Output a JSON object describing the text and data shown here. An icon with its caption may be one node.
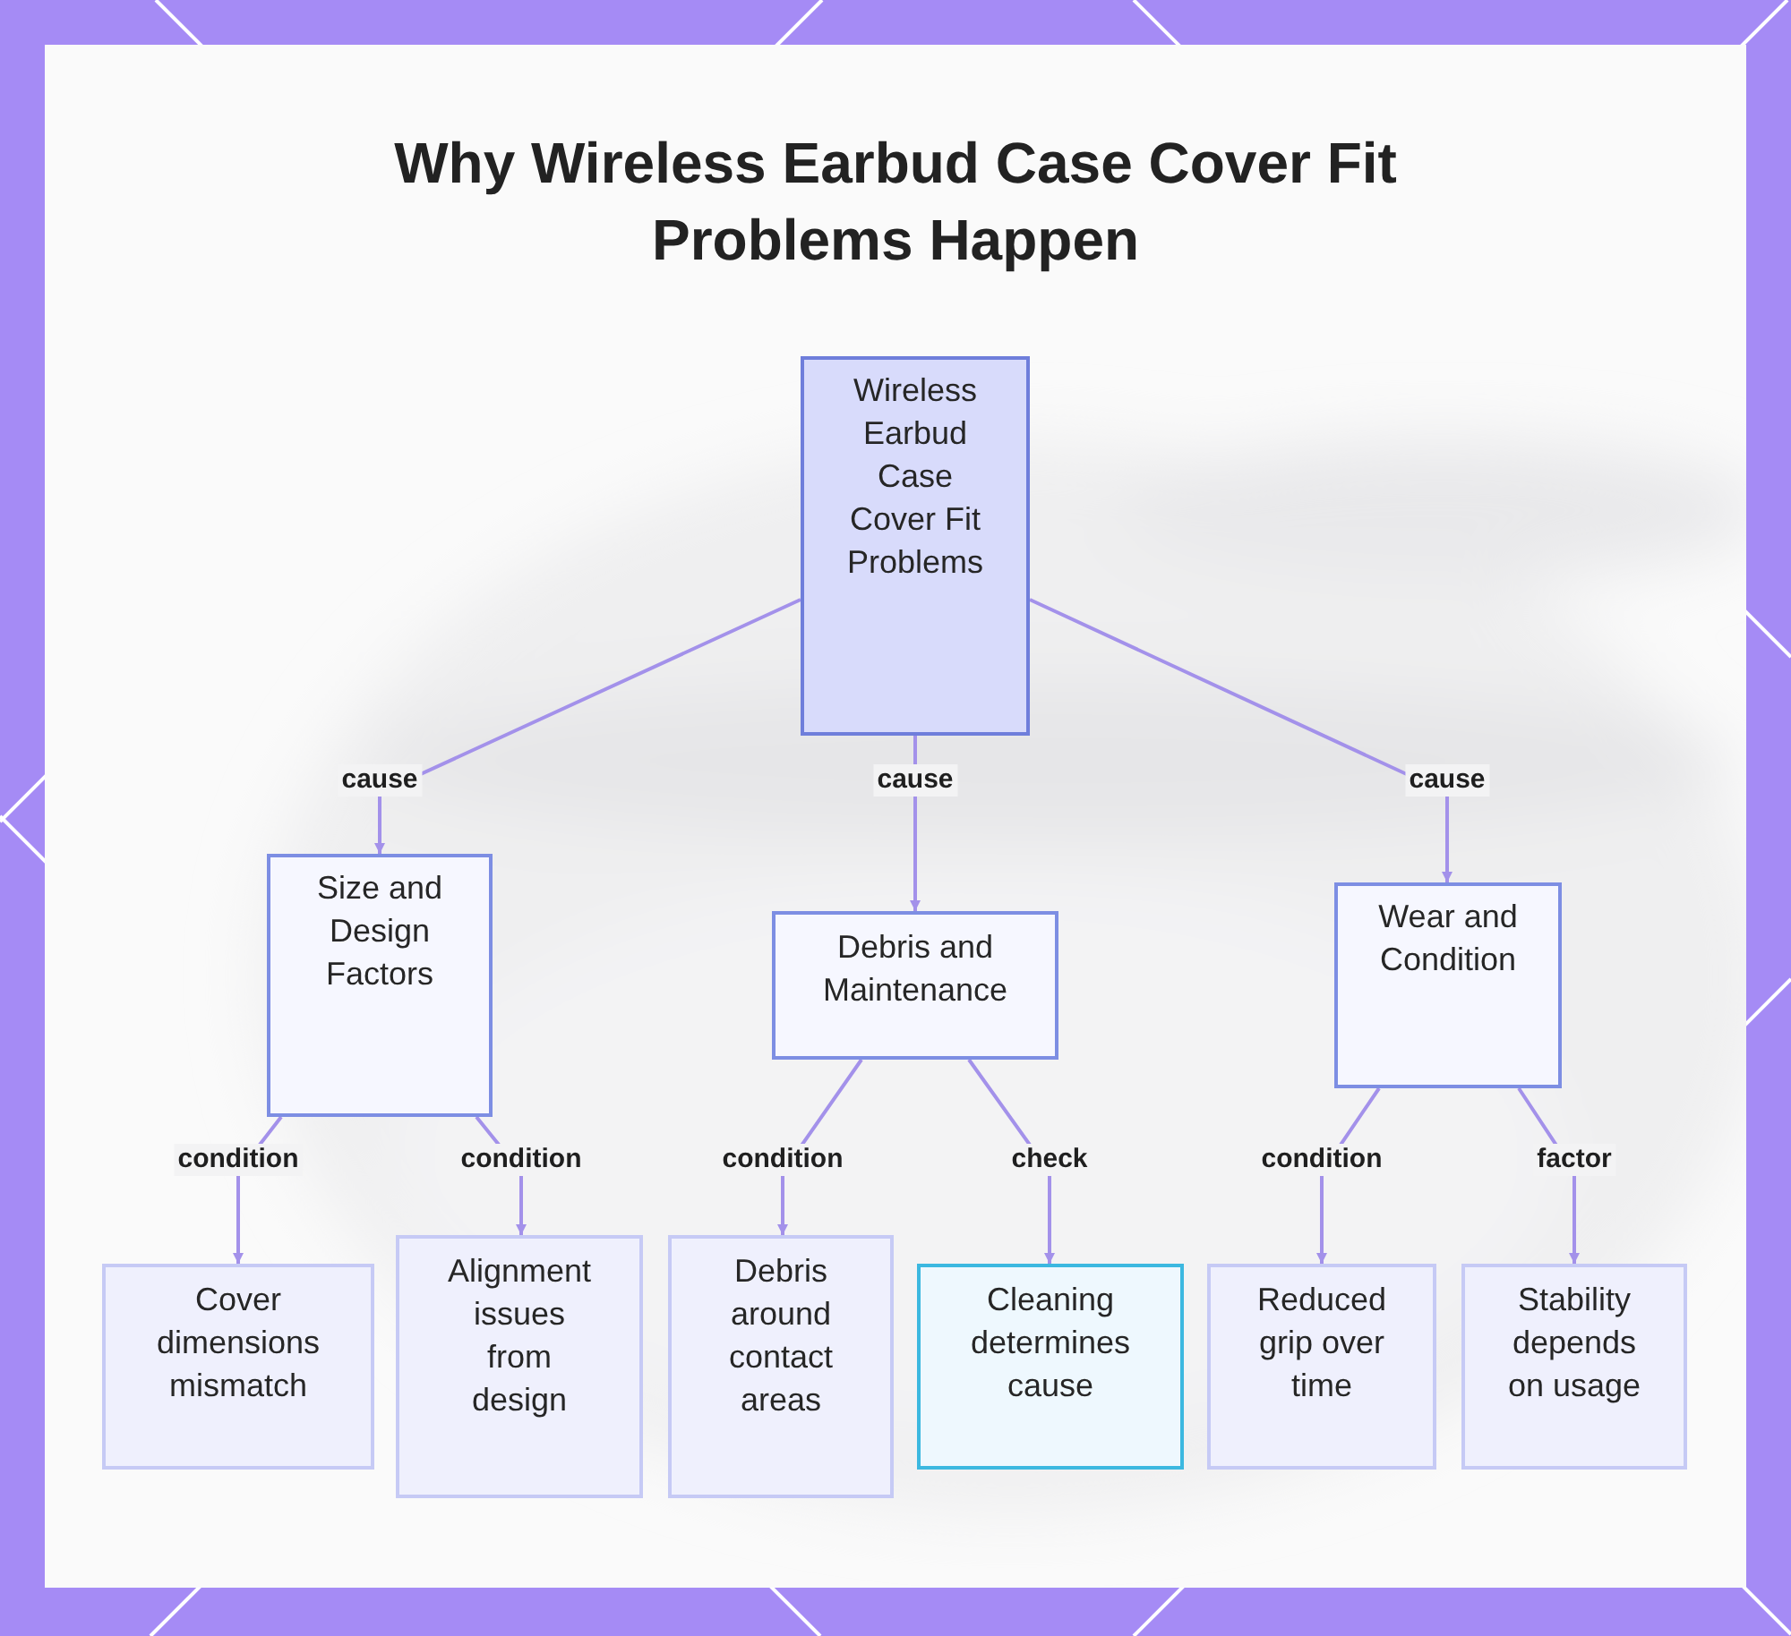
{
  "diagram": {
    "title": "Why Wireless Earbud Case Cover Fit Problems Happen",
    "nodes": [
      {
        "text": [
          "Wireless Earbud Case Cover Fit Problems"
        ]
      },
      {
        "text": [
          "Size and Design Factors"
        ]
      },
      {
        "text": [
          "Debris and Maintenance"
        ]
      },
      {
        "text": [
          "Wear and Condition"
        ]
      },
      {
        "text": [
          "Cover dimensions mismatch"
        ]
      },
      {
        "text": [
          "Alignment issues from design"
        ]
      },
      {
        "text": [
          "Debris around contact areas"
        ]
      },
      {
        "text": [
          "Cleaning determines cause"
        ]
      },
      {
        "text": [
          "Reduced grip over time"
        ]
      },
      {
        "text": [
          "Stability depends on usage"
        ]
      }
    ],
    "edges": [
      {
        "from": 0,
        "to": 1,
        "arrow": "to",
        "label": "cause"
      },
      {
        "from": 0,
        "to": 2,
        "arrow": "to",
        "label": "cause"
      },
      {
        "from": 0,
        "to": 3,
        "arrow": "to",
        "label": "cause"
      },
      {
        "from": 1,
        "to": 4,
        "arrow": "to",
        "label": "condition"
      },
      {
        "from": 1,
        "to": 5,
        "arrow": "to",
        "label": "condition"
      },
      {
        "from": 2,
        "to": 6,
        "arrow": "to",
        "label": "condition"
      },
      {
        "from": 2,
        "to": 7,
        "arrow": "to",
        "label": "check"
      },
      {
        "from": 3,
        "to": 8,
        "arrow": "to",
        "label": "condition"
      },
      {
        "from": 3,
        "to": 9,
        "arrow": "to",
        "label": "factor"
      }
    ]
  }
}
